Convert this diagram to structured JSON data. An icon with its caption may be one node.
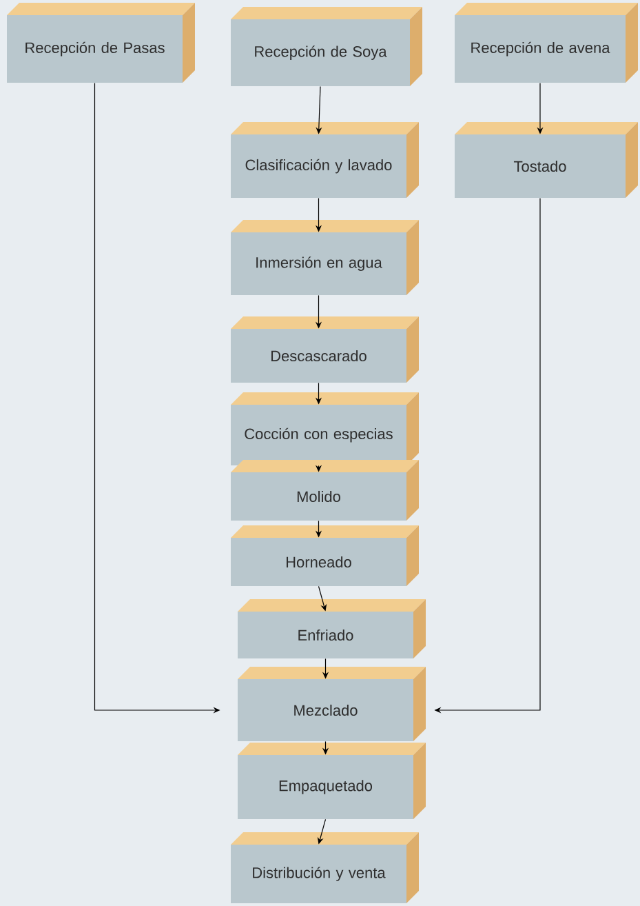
{
  "diagram": {
    "nodes": [
      {
        "text": [
          "Recepción de Pasas"
        ]
      },
      {
        "text": [
          "Recepción de Soya"
        ]
      },
      {
        "text": [
          "Recepción de avena"
        ]
      },
      {
        "text": [
          "Clasificación y lavado"
        ]
      },
      {
        "text": [
          "Tostado"
        ]
      },
      {
        "text": [
          "Inmersión en agua"
        ]
      },
      {
        "text": [
          "Descascarado"
        ]
      },
      {
        "text": [
          "Cocción con especias"
        ]
      },
      {
        "text": [
          "Molido"
        ]
      },
      {
        "text": [
          "Horneado"
        ]
      },
      {
        "text": [
          "Enfriado"
        ]
      },
      {
        "text": [
          "Mezclado"
        ]
      },
      {
        "text": [
          "Empaquetado"
        ]
      },
      {
        "text": [
          "Distribución y venta"
        ]
      }
    ],
    "edges": [
      {
        "from": 0,
        "to": 11,
        "arrow": "to"
      },
      {
        "from": 1,
        "to": 3,
        "arrow": "to"
      },
      {
        "from": 2,
        "to": 4,
        "arrow": "to"
      },
      {
        "from": 3,
        "to": 5,
        "arrow": "to"
      },
      {
        "from": 4,
        "to": 11,
        "arrow": "to"
      },
      {
        "from": 5,
        "to": 6,
        "arrow": "to"
      },
      {
        "from": 6,
        "to": 7,
        "arrow": "to"
      },
      {
        "from": 7,
        "to": 8,
        "arrow": "to"
      },
      {
        "from": 8,
        "to": 9,
        "arrow": "to"
      },
      {
        "from": 9,
        "to": 10,
        "arrow": "to"
      },
      {
        "from": 10,
        "to": 11,
        "arrow": "to"
      },
      {
        "from": 11,
        "to": 12,
        "arrow": "to"
      },
      {
        "from": 12,
        "to": 13,
        "arrow": "to"
      }
    ]
  }
}
